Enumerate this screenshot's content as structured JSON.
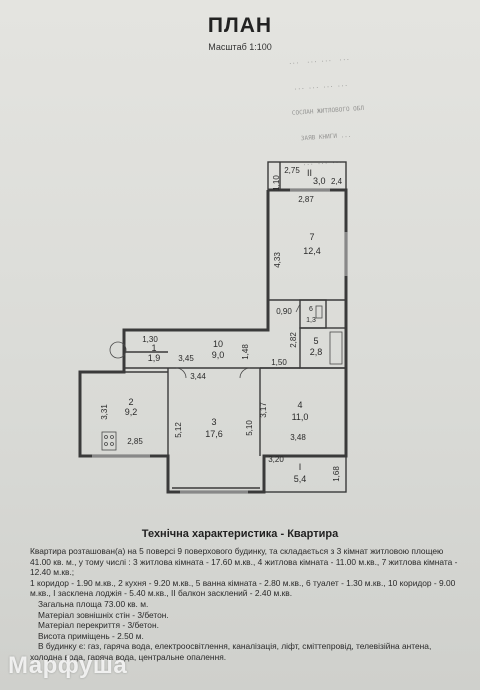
{
  "header": {
    "title": "ПЛАН",
    "scale": "Масштаб 1:100"
  },
  "stamp": {
    "lines": [
      "  ...  ... ...  ...",
      "   ... ... ... ...",
      "  СОСЛАН ЖИТЛОВОГО ОБЛ",
      "    ЗАЯВ КНИГИ ...",
      "    ... ... ..."
    ]
  },
  "plan": {
    "rooms": [
      {
        "id": "1",
        "number": "1",
        "area": "1,9"
      },
      {
        "id": "2",
        "number": "2",
        "area": "9,2"
      },
      {
        "id": "3",
        "number": "3",
        "area": "17,6"
      },
      {
        "id": "4",
        "number": "4",
        "area": "11,0"
      },
      {
        "id": "5",
        "number": "5",
        "area": "2,8"
      },
      {
        "id": "6",
        "number": "6",
        "area": "1,3"
      },
      {
        "id": "7",
        "number": "7",
        "area": "12,4"
      },
      {
        "id": "10",
        "number": "10",
        "area": "9,0"
      },
      {
        "id": "I",
        "number": "I",
        "area": "5,4"
      },
      {
        "id": "II",
        "number": "II",
        "area": "3,0"
      }
    ],
    "dimensions": {
      "d_2_75": "2,75",
      "d_1_10": "1,10",
      "d_2_4": "2,4",
      "d_2_87": "2,87",
      "d_4_33": "4,33",
      "d_0_90": "0,90",
      "d_1_30": "1,30",
      "d_3_45": "3,45",
      "d_1_48": "1,48",
      "d_2_82": "2,82",
      "d_1_50": "1,50",
      "d_3_44": "3,44",
      "d_3_31": "3,31",
      "d_5_12": "5,12",
      "d_5_10": "5,10",
      "d_3_17": "3,17",
      "d_2_85": "2,85",
      "d_3_48": "3,48",
      "d_3_20": "3,20",
      "d_1_68": "1,68"
    }
  },
  "characteristics": {
    "title": "Технічна характеристика - Квартира",
    "lines": [
      "Квартира розташован(а) на 5 поверсі 9 поверхового будинку, та складається з 3 кімнат житловою площею",
      "41.00 кв. м., у тому числі : 3 житлова кімната - 17.60 м.кв., 4 житлова кімната - 11.00 м.кв., 7 житлова кімната -",
      "12.40 м.кв.;",
      "1 коридор - 1.90 м.кв., 2 кухня - 9.20 м.кв., 5 ванна кімната - 2.80 м.кв., 6 туалет - 1.30 м.кв., 10 коридор - 9.00",
      "м.кв., I засклена лоджія - 5.40 м.кв., II балкон засклений - 2.40 м.кв."
    ],
    "indented": [
      "Загальна площа 73.00 кв. м.",
      "Матеріал зовнішніх стін - 3/бетон.",
      "Матеріал перекриття - 3/бетон.",
      "Висота приміщень - 2.50 м.",
      "В будинку є: газ, гаряча вода, електроосвітлення, каналізація, ліфт, сміттепровід, телевізійна антена,",
      "холодна вода, гаряча вода, центральне опалення."
    ]
  },
  "watermark": {
    "text": "Марфуша"
  }
}
